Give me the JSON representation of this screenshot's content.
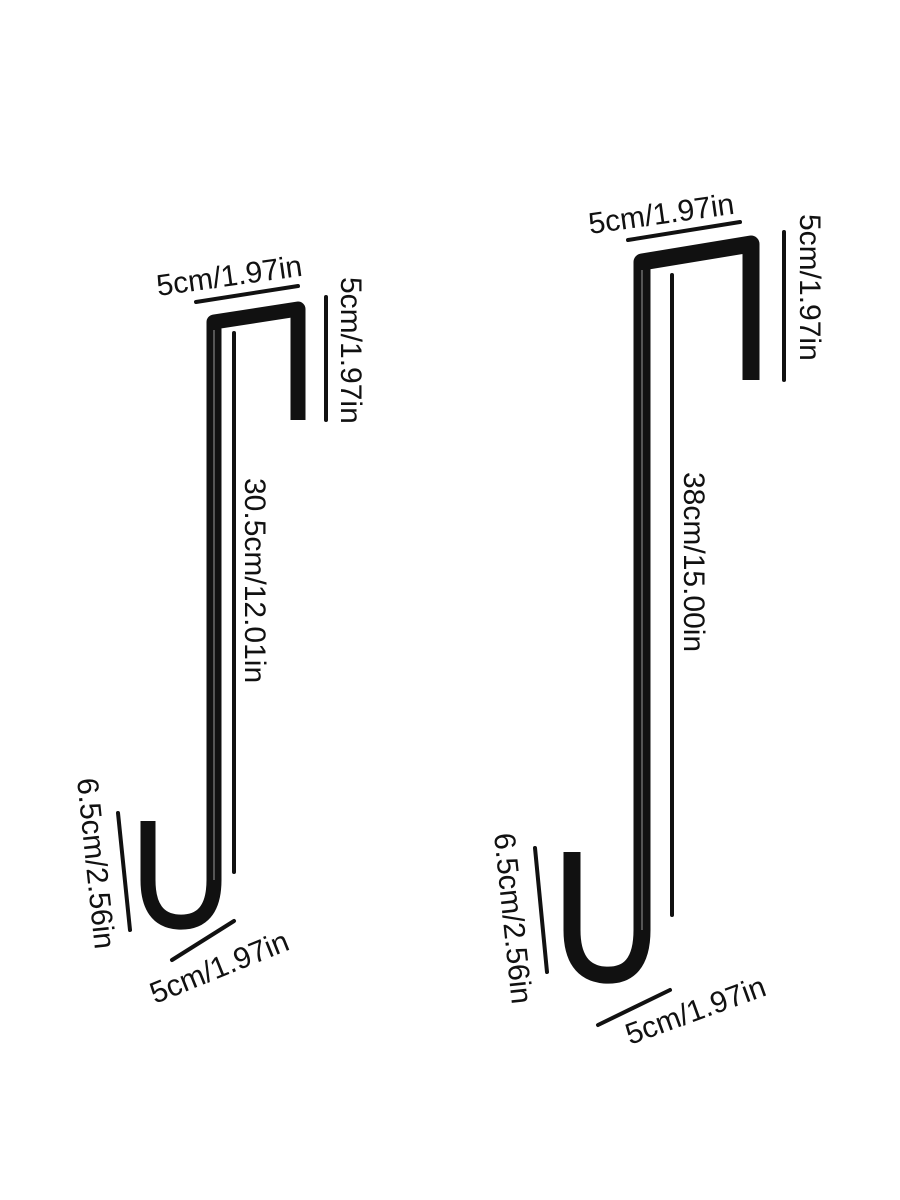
{
  "colors": {
    "background": "#ffffff",
    "hook": "#111111",
    "dimension_line": "#111111",
    "text": "#111111"
  },
  "hooks": [
    {
      "id": "short",
      "top_width": "5cm/1.97in",
      "top_drop": "5cm/1.97in",
      "shaft_length": "30.5cm/12.01in",
      "bottom_height": "6.5cm/2.56in",
      "bottom_width": "5cm/1.97in"
    },
    {
      "id": "long",
      "top_width": "5cm/1.97in",
      "top_drop": "5cm/1.97in",
      "shaft_length": "38cm/15.00in",
      "bottom_height": "6.5cm/2.56in",
      "bottom_width": "5cm/1.97in"
    }
  ]
}
